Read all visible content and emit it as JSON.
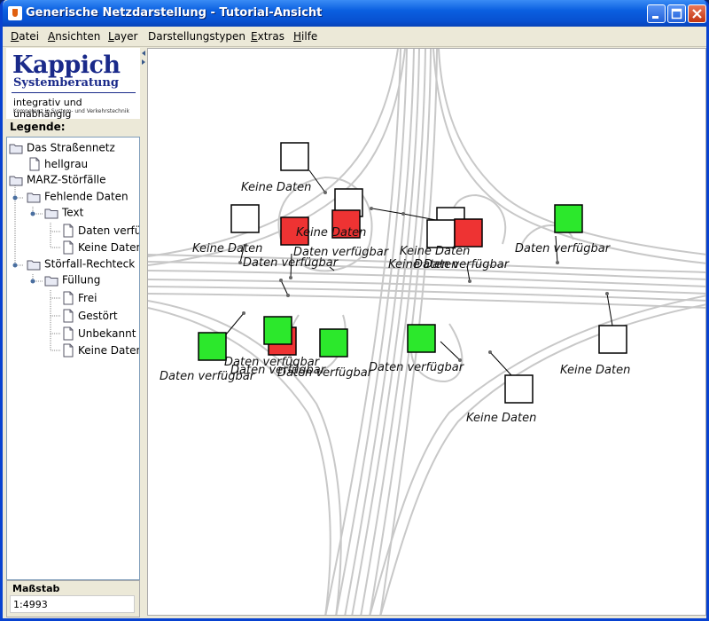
{
  "window": {
    "title": "Generische Netzdarstellung - Tutorial-Ansicht"
  },
  "menu": [
    {
      "first": "D",
      "rest": "atei"
    },
    {
      "first": "A",
      "rest": "nsichten"
    },
    {
      "first": "L",
      "rest": "ayer"
    },
    {
      "first": "",
      "rest": "Darstellungstypen",
      "display": "Darstellungstypen"
    },
    {
      "first": "E",
      "rest": "xtras"
    },
    {
      "first": "H",
      "rest": "ilfe"
    }
  ],
  "logo": {
    "name": "Kappich",
    "sub": "Systemberatung",
    "tagline": "integrativ und unabhängig",
    "small": "Kompetenz in System- und Verkehrstechnik"
  },
  "legend": {
    "label": "Legende:",
    "items": [
      "Das Straßennetz",
      "hellgrau",
      "MARZ-Störfälle",
      "Fehlende Daten",
      "Text",
      "Daten verfüg",
      "Keine Daten",
      "Störfall-Rechteck",
      "Füllung",
      "Frei",
      "Gestört",
      "Unbekannt",
      "Keine Daten"
    ]
  },
  "scale": {
    "title": "Maßstab",
    "value": "1:4993"
  },
  "map": {
    "labels": {
      "keine": "Keine Daten",
      "daten": "Daten verfügbar"
    },
    "status_colors": {
      "frei": "#2ce82c",
      "gestoert": "#ee3333",
      "keine": "#ffffff"
    }
  }
}
